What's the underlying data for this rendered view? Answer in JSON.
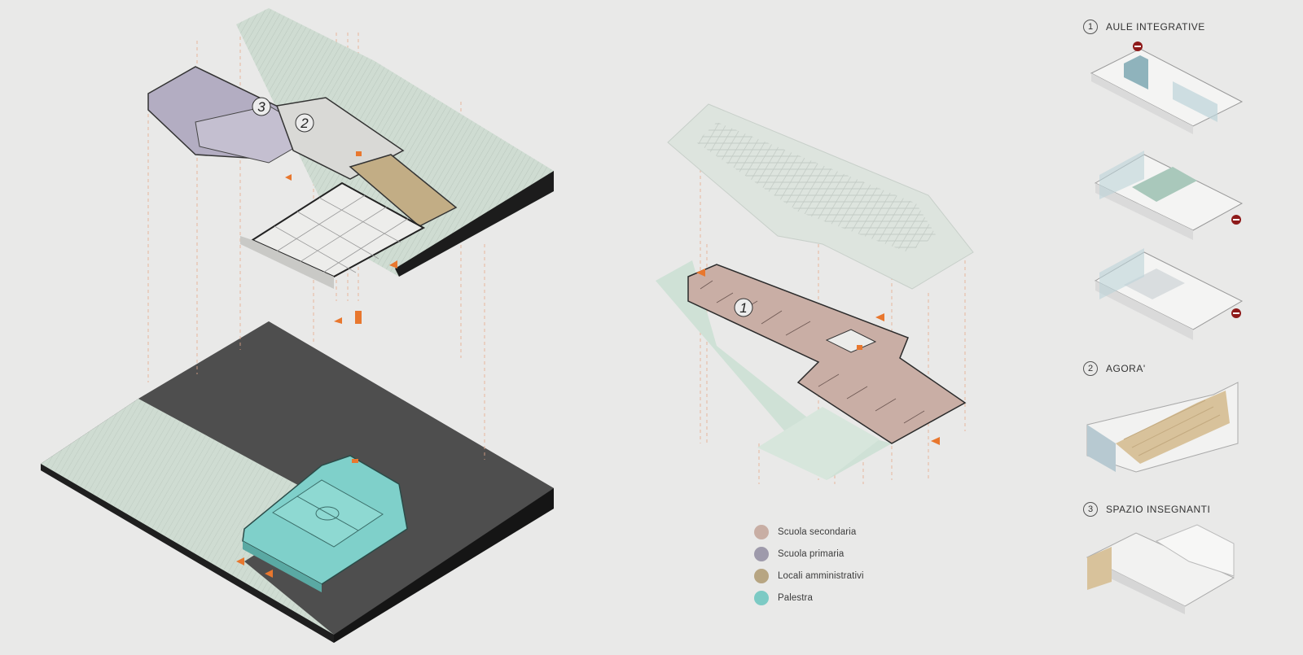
{
  "legend": [
    {
      "label": "Scuola secondaria",
      "color": "#c8aea4"
    },
    {
      "label": "Scuola primaria",
      "color": "#9e9aab"
    },
    {
      "label": "Locali amministrativi",
      "color": "#b7a582"
    },
    {
      "label": "Palestra",
      "color": "#7ccac4"
    }
  ],
  "panels": [
    {
      "number": "1",
      "title": "AULE INTEGRATIVE"
    },
    {
      "number": "2",
      "title": "AGORA'"
    },
    {
      "number": "3",
      "title": "SPAZIO INSEGNANTI"
    }
  ],
  "plan_labels": {
    "secondaria": "1",
    "agora": "2",
    "insegnanti": "3"
  },
  "colors": {
    "background": "#e9e9e8",
    "terrain": "#cfdcd2",
    "dark_slab": "#4d4d4d",
    "accent_orange": "#e8772e",
    "no_entry_red": "#8e1a1a",
    "glass_blue": "#bcd3d8"
  }
}
